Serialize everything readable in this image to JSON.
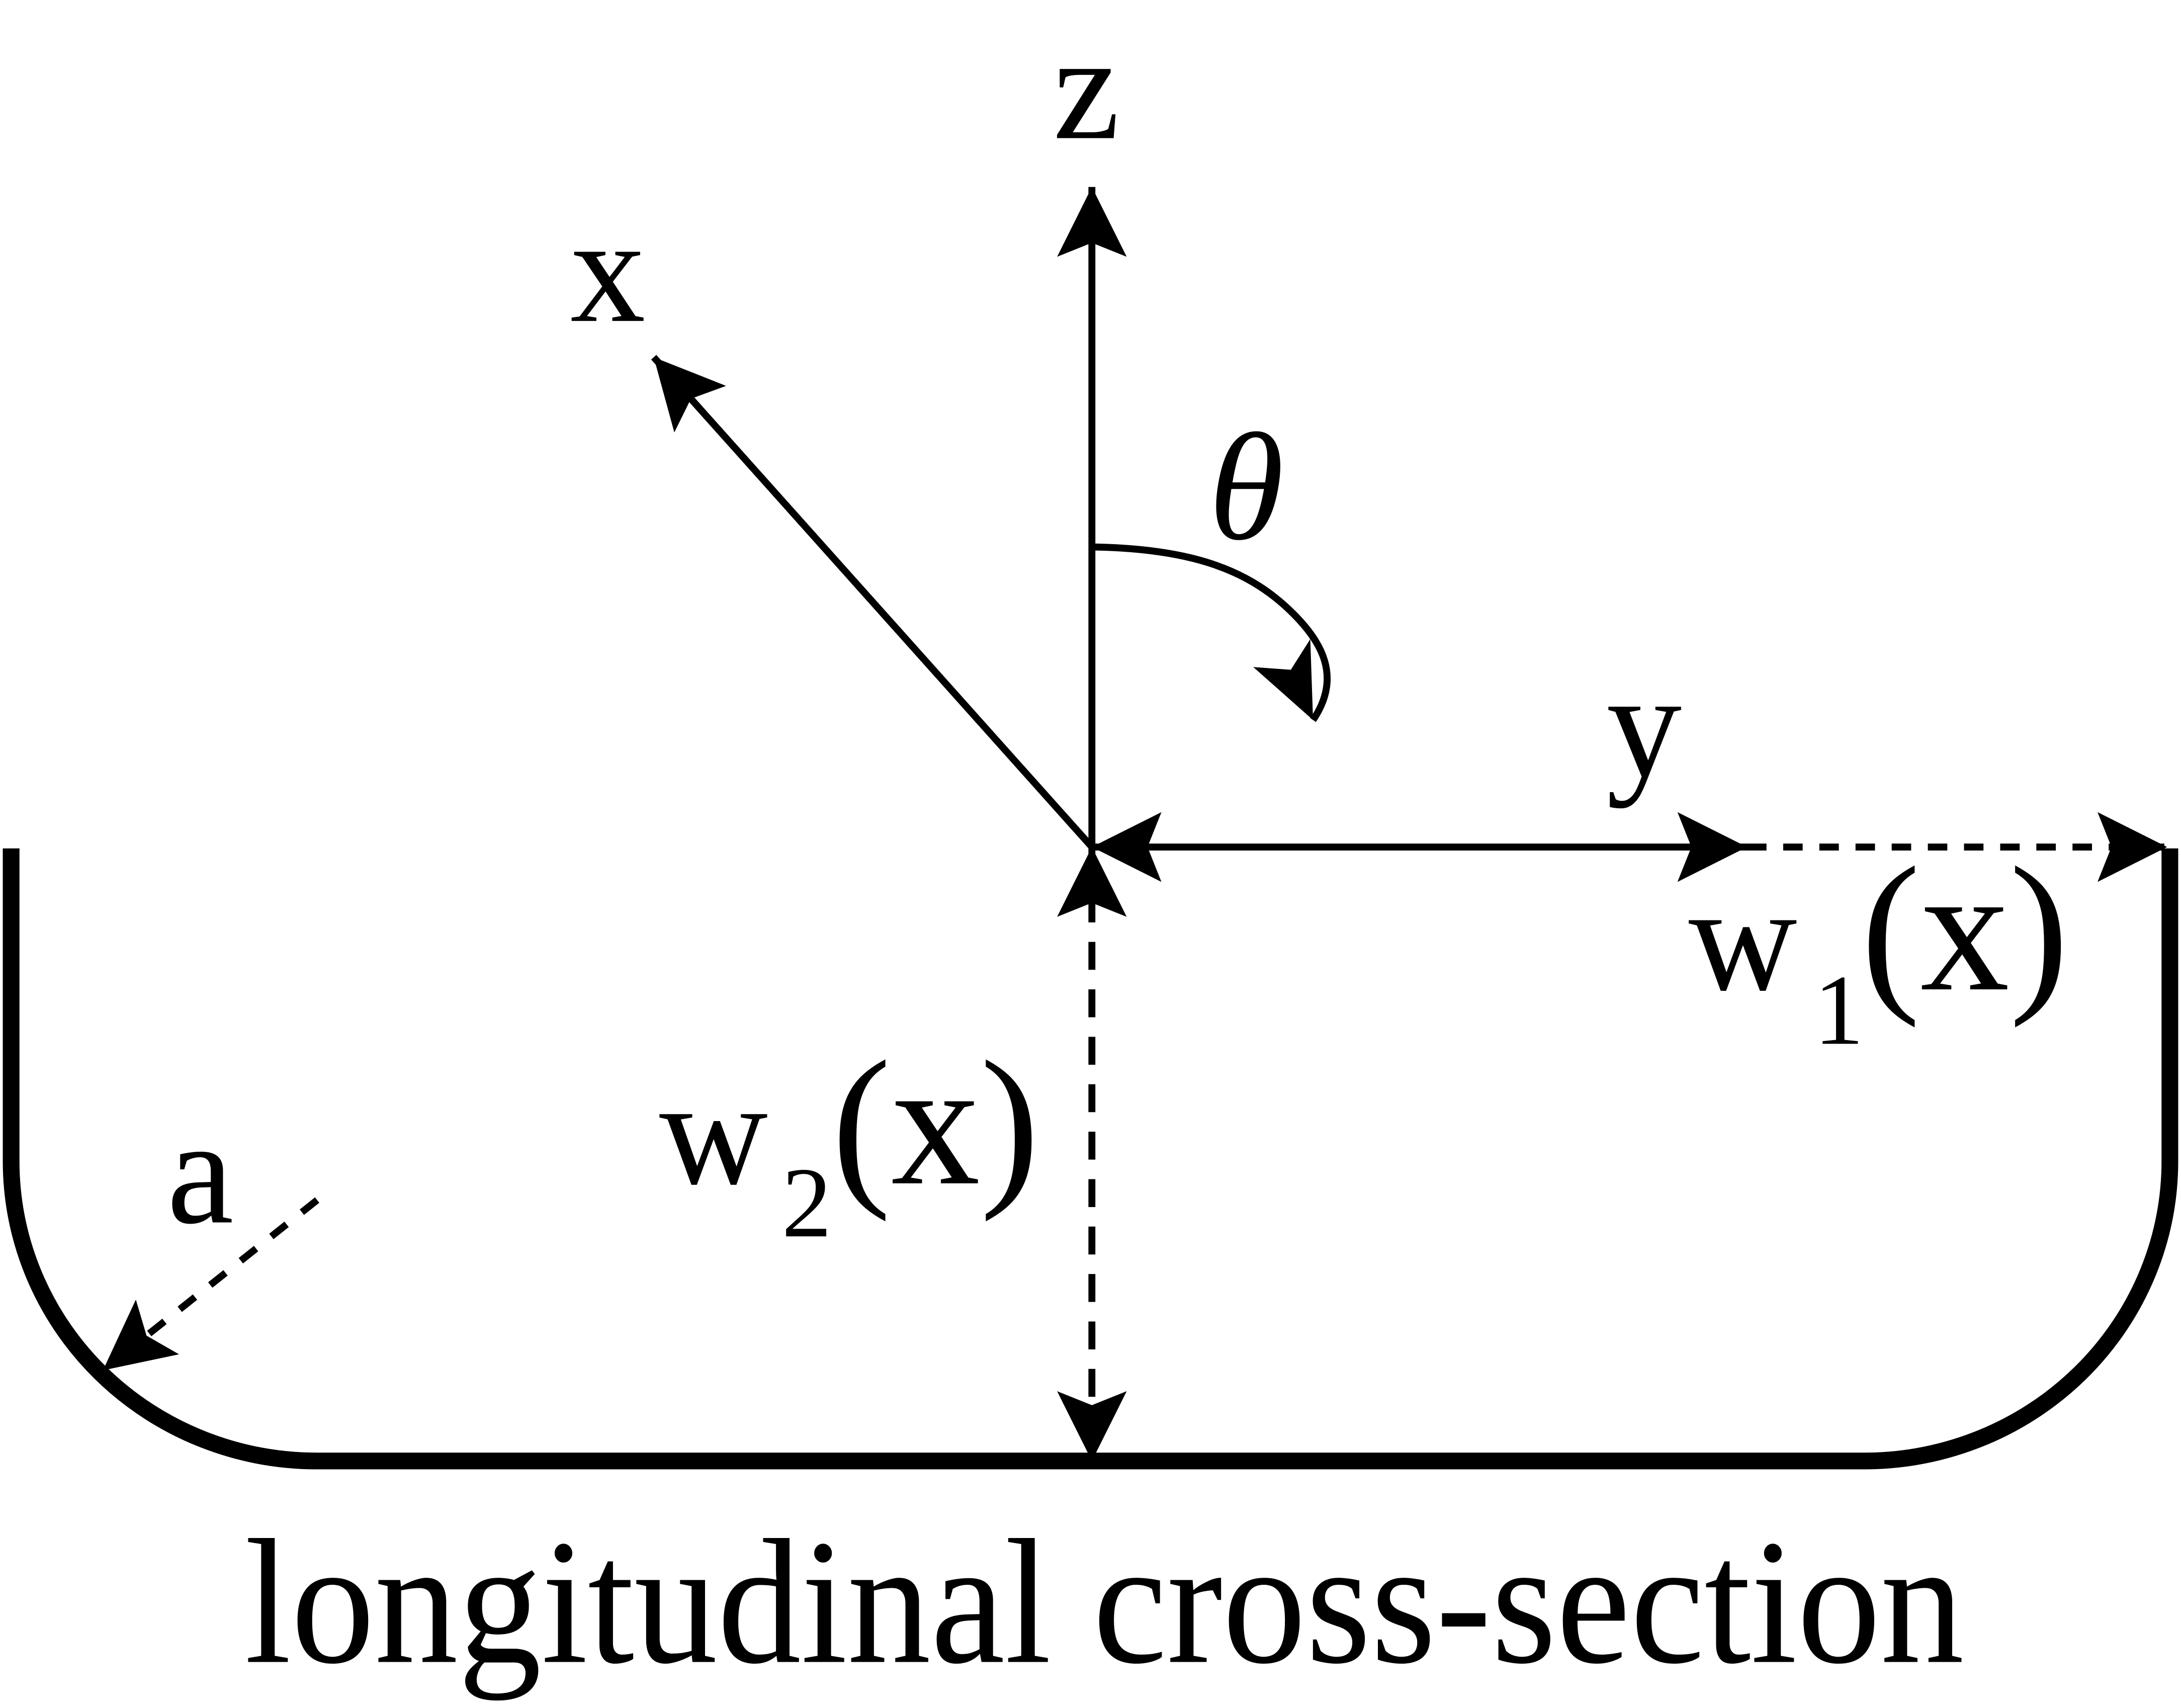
{
  "axes": {
    "z_label": "z",
    "x_label": "x",
    "y_label": "y",
    "theta_label": "θ"
  },
  "dimensions": {
    "w1_base": "w",
    "w1_sub": "1",
    "w1_arg": "(x)",
    "w2_base": "w",
    "w2_sub": "2",
    "w2_arg": "(x)",
    "a_label": "a"
  },
  "caption": "longitudinal cross-section",
  "colors": {
    "ink": "#000000",
    "background": "#ffffff"
  }
}
